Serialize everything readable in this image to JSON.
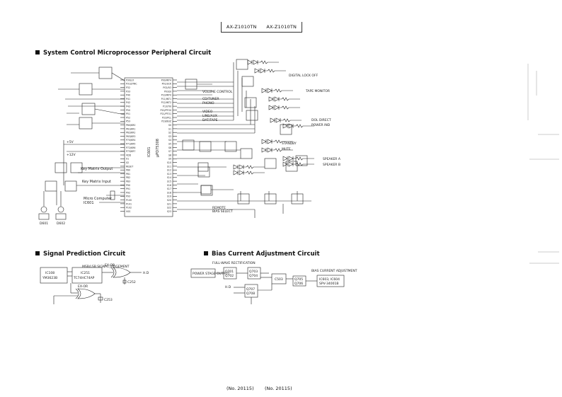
{
  "header": {
    "model_left": "AX-Z1010TN",
    "model_right": "AX-Z1010TN"
  },
  "sections": {
    "system_control": {
      "title": "System Control Microprocessor Peripheral Circuit"
    },
    "signal_prediction": {
      "title": "Signal Prediction Circuit"
    },
    "bias_current": {
      "title": "Bias Current Adjustment Circuit"
    }
  },
  "system_control": {
    "labels": {
      "key_matrix_output": "Key Matrix Output",
      "key_matrix_input": "Key Matrix Input",
      "micro_computer": "Micro Computer",
      "micro_ref": "IC601",
      "main_ic": "IC601",
      "main_ic_part": "µPD75308",
      "power_ind": "POWER IND",
      "dol_direct": "DOL DIRECT",
      "tape_monitor": "TAPE MONITOR",
      "digital_input_off": "DIGITAL LOCK OFF",
      "volume_control": "VOLUME CONTROL",
      "phono": "PHONO",
      "cd_tuner": "CD/TUNER",
      "dat_tape": "DAT/TAPE",
      "line_aux": "LINE/AUX",
      "video": "VIDEO",
      "bias_select": "BIAS SELECT",
      "speaker_a": "SPEAKER A",
      "speaker_b": "SPEAKER B",
      "standby": "STANDBY",
      "mute": "MUTE",
      "remote": "REMOTE",
      "plus5v": "+5V",
      "plus12v": "+12V",
      "led1": "D601",
      "led2": "D602"
    },
    "pins_left": [
      "P30/LO",
      "P31/SYNC",
      "P32",
      "P33",
      "P40",
      "P41",
      "P42",
      "P43",
      "P50",
      "P51",
      "P52",
      "P53",
      "P60/KR0",
      "P61/KR1",
      "P62/KR2",
      "P63/KR3",
      "P70/KR4",
      "P71/KR5",
      "P72/KR6",
      "P73/KR7",
      "VDD",
      "X1",
      "X2",
      "RESET",
      "P80",
      "P81",
      "P82",
      "P83",
      "P90",
      "P91",
      "P92",
      "P93",
      "P100",
      "P101",
      "P102",
      "VSS"
    ],
    "pins_right": [
      "P00/INT4",
      "P01/SCK",
      "P02/SO",
      "P03/SI",
      "P10/INT0",
      "P11/INT1",
      "P12/INT2",
      "P13/TI0",
      "P20/PTO0",
      "P21/PTO1",
      "P22/PCL",
      "P23/BUZ",
      "S0",
      "S1",
      "S2",
      "S3",
      "S4",
      "S5",
      "S6",
      "S7",
      "S8",
      "S9",
      "S10",
      "S11",
      "S12",
      "S13",
      "S14",
      "S15",
      "S16",
      "S17",
      "S18",
      "S19",
      "S20",
      "S21",
      "S22",
      "S23"
    ]
  },
  "signal_prediction": {
    "labels": {
      "judgement": "MSB/LSB SIGNAL JUDGEMENT",
      "ic108": "IC108",
      "ic108_part": "YM3623B",
      "ic251": "IC251",
      "ic251_part": "TC74HC74AP",
      "gate1": "EX-OR",
      "gate2": "EX-OR",
      "output": "H.D",
      "c252": "C252",
      "c253": "C253"
    }
  },
  "bias_current": {
    "labels": {
      "rectification": "FULL-WAVE RECTIFICATION",
      "power_supply": "POWER STAGE OUTPUT",
      "q701": "Q701",
      "q702": "Q702",
      "q703": "Q703",
      "q704": "Q704",
      "q705": "Q705",
      "q706": "Q706",
      "q707": "Q707",
      "q708": "Q708",
      "c503": "C503",
      "bias_adj": "BIAS CURRENT ADJUSTMENT",
      "ic": "IC603, IC604",
      "ic_part": "SPV-34001B",
      "hd": "H.D"
    }
  },
  "footer": {
    "left": "(No. 20115)",
    "right": "(No. 20115)"
  }
}
